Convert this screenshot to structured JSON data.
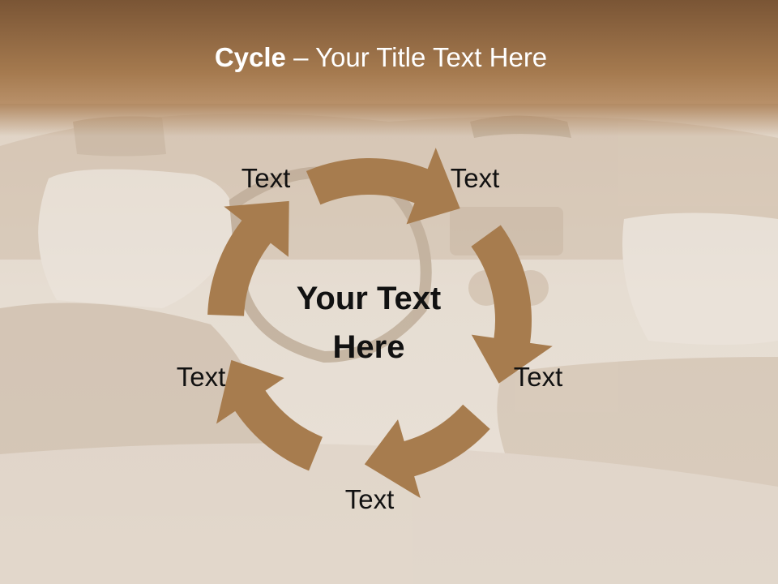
{
  "slide": {
    "title_bold": "Cycle",
    "title_dash": " – ",
    "title_rest": "Your Title Text Here",
    "center_text": "Your Text Here"
  },
  "nodes": [
    {
      "label": "Text"
    },
    {
      "label": "Text"
    },
    {
      "label": "Text"
    },
    {
      "label": "Text"
    },
    {
      "label": "Text"
    }
  ],
  "colors": {
    "arrow": "#a77c4e",
    "header_top": "#7a5535",
    "header_bottom": "#a77a4f",
    "background": "#e7ddd2",
    "title_text": "#ffffff"
  }
}
